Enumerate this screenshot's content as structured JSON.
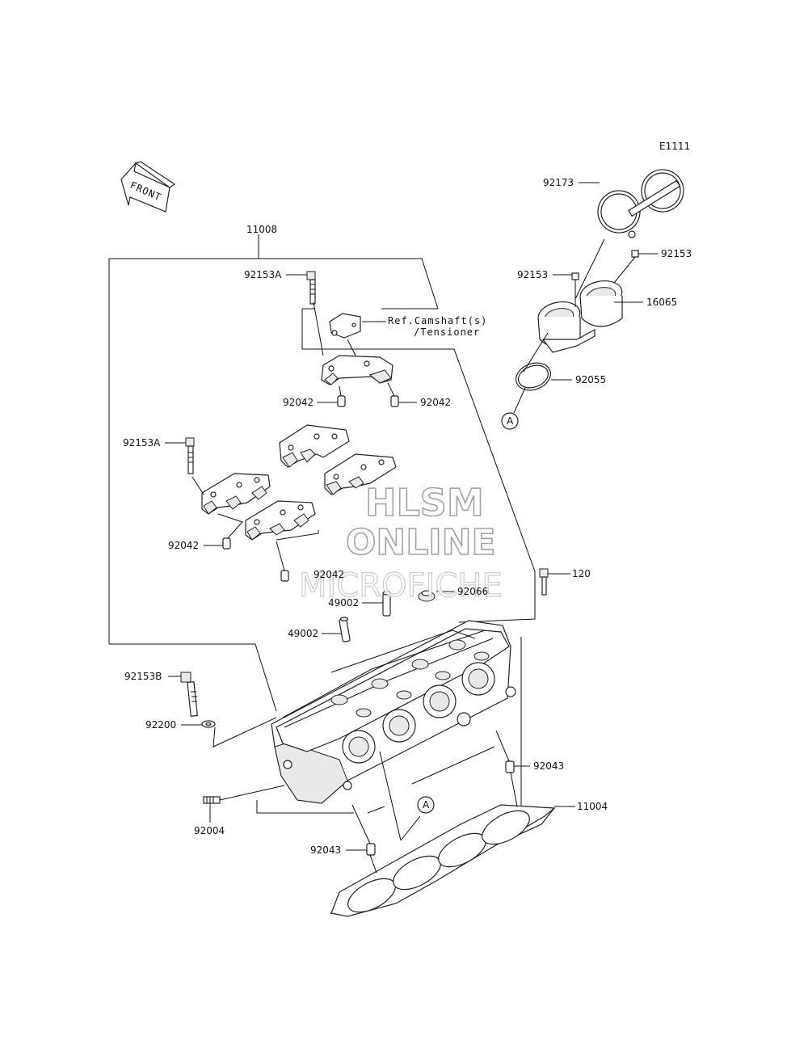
{
  "diagram_code": "E1111",
  "front_arrow": {
    "text": "FRONT"
  },
  "reference_note": {
    "line1": "Ref.Camshaft(s)",
    "line2": "/Tensioner"
  },
  "callouts": {
    "c11008": "11008",
    "c92153A_top": "92153A",
    "c92042_a": "92042",
    "c92042_b": "92042",
    "c92153A_left": "92153A",
    "c92042_c": "92042",
    "c92042_d": "92042",
    "c49002_a": "49002",
    "c49002_b": "49002",
    "c92066": "92066",
    "c120": "120",
    "c92153B": "92153B",
    "c92200": "92200",
    "c92004": "92004",
    "c92043_a": "92043",
    "c92043_b": "92043",
    "c11004": "11004",
    "c92173": "92173",
    "c92153_a": "92153",
    "c92153_b": "92153",
    "c16065": "16065",
    "c92055": "92055",
    "marker_a1": "A",
    "marker_a2": "A"
  },
  "watermark": {
    "line1": "HLSM",
    "line2": "ONLINE",
    "line3": "MICROFICHE"
  }
}
